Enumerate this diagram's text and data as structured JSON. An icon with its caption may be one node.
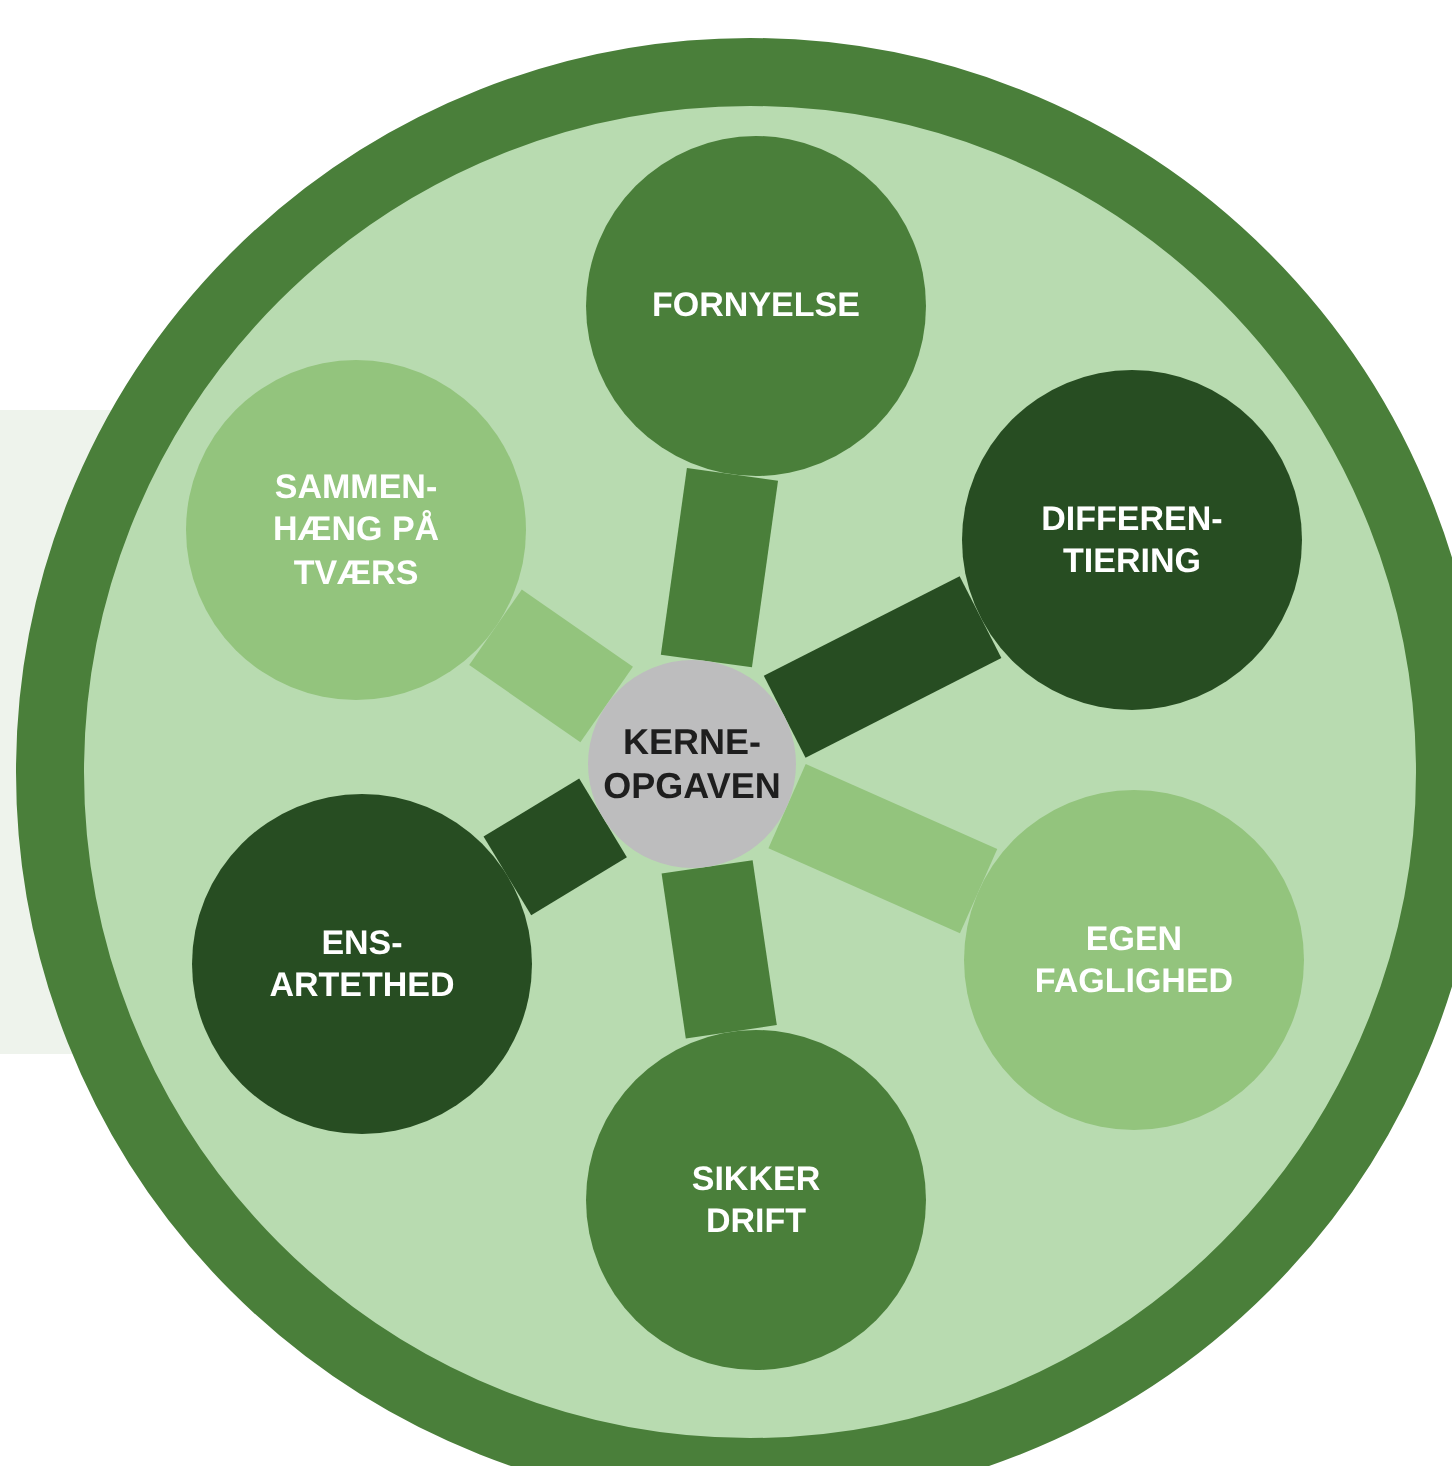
{
  "diagram": {
    "nodes": [
      {
        "text": [
          "FORNYELSE"
        ]
      },
      {
        "text": [
          "SAMMEN- HÆNG PÅ TVÆRS"
        ]
      },
      {
        "text": [
          "DIFFEREN- TIERING"
        ]
      },
      {
        "text": [
          "KERNE- OPGAVEN"
        ]
      },
      {
        "text": [
          "ENS- ARTETHED"
        ]
      },
      {
        "text": [
          "EGEN FAGLIGHED"
        ]
      },
      {
        "text": [
          "SIKKER DRIFT"
        ]
      }
    ],
    "edges": [
      {
        "from": 3,
        "to": 0,
        "arrow": "none",
        "color": "#4a7f3a"
      },
      {
        "from": 3,
        "to": 1,
        "arrow": "none",
        "color": "#93c47d"
      },
      {
        "from": 3,
        "to": 2,
        "arrow": "none",
        "color": "#274d22"
      },
      {
        "from": 3,
        "to": 4,
        "arrow": "none",
        "color": "#274d22"
      },
      {
        "from": 3,
        "to": 5,
        "arrow": "none",
        "color": "#93c47d"
      },
      {
        "from": 3,
        "to": 6,
        "arrow": "none",
        "color": "#4a7f3a"
      }
    ]
  }
}
